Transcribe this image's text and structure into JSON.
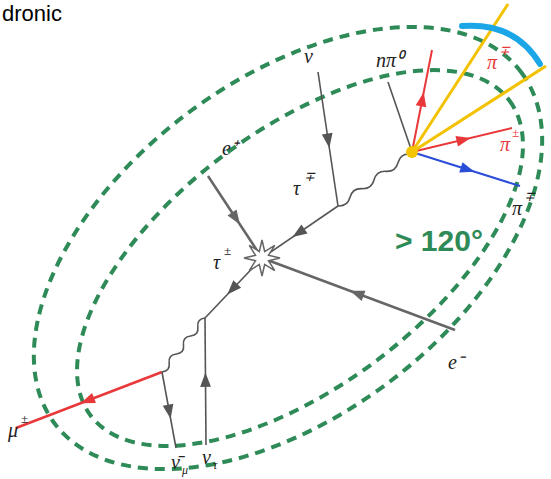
{
  "diagram": {
    "labels": [
      "dronic",
      "ν",
      "nπ⁰",
      "π",
      "∓",
      "π",
      "±",
      "π",
      "∓",
      "e⁺",
      "τ",
      "∓",
      "τ",
      "±",
      "e⁻",
      "> 120°",
      "μ",
      "±",
      "ν̄",
      "μ",
      "ν",
      "τ"
    ]
  }
}
